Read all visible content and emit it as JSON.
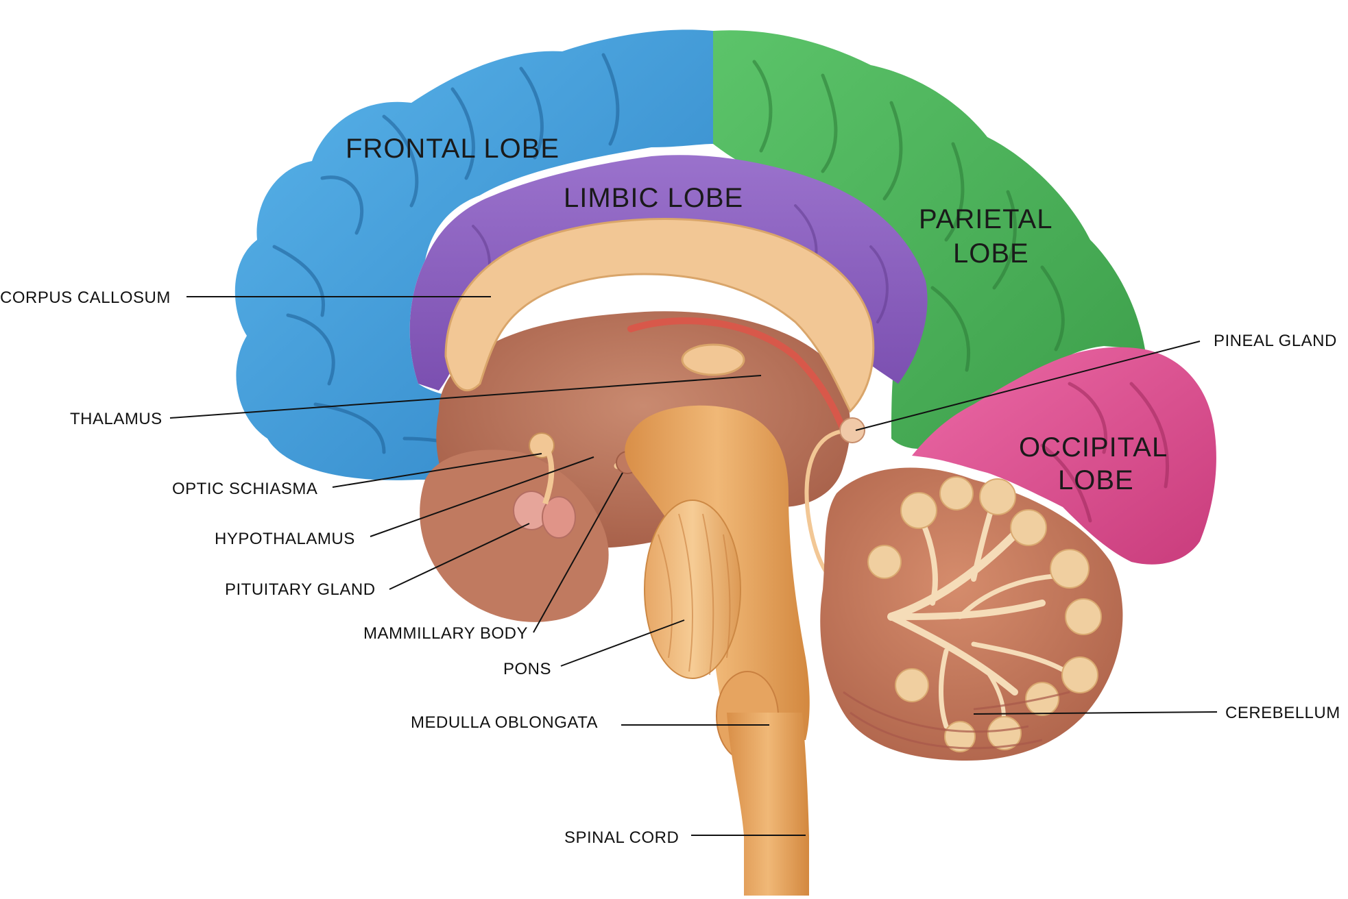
{
  "lobes": {
    "frontal": "FRONTAL LOBE",
    "limbic": "LIMBIC LOBE",
    "parietal_line1": "PARIETAL",
    "parietal_line2": "LOBE",
    "occipital_line1": "OCCIPITAL",
    "occipital_line2": "LOBE"
  },
  "callouts": {
    "corpus_callosum": "CORPUS CALLOSUM",
    "thalamus": "THALAMUS",
    "optic_schiasma": "OPTIC SCHIASMA",
    "hypothalamus": "HYPOTHALAMUS",
    "pituitary_gland": "PITUITARY GLAND",
    "mammillary_body": "MAMMILLARY BODY",
    "pons": "PONS",
    "medulla_oblongata": "MEDULLA OBLONGATA",
    "spinal_cord": "SPINAL CORD",
    "pineal_gland": "PINEAL GLAND",
    "cerebellum": "CEREBELLUM"
  },
  "colors": {
    "frontal": "#3d9ad8",
    "limbic": "#8e5fc0",
    "parietal": "#4cb45a",
    "occipital": "#e0508f",
    "corpus_callosum": "#f2c795",
    "brainstem": "#e4a45c",
    "cerebellum": "#c8795f",
    "tissue": "#b8735c",
    "text": "#111111"
  }
}
